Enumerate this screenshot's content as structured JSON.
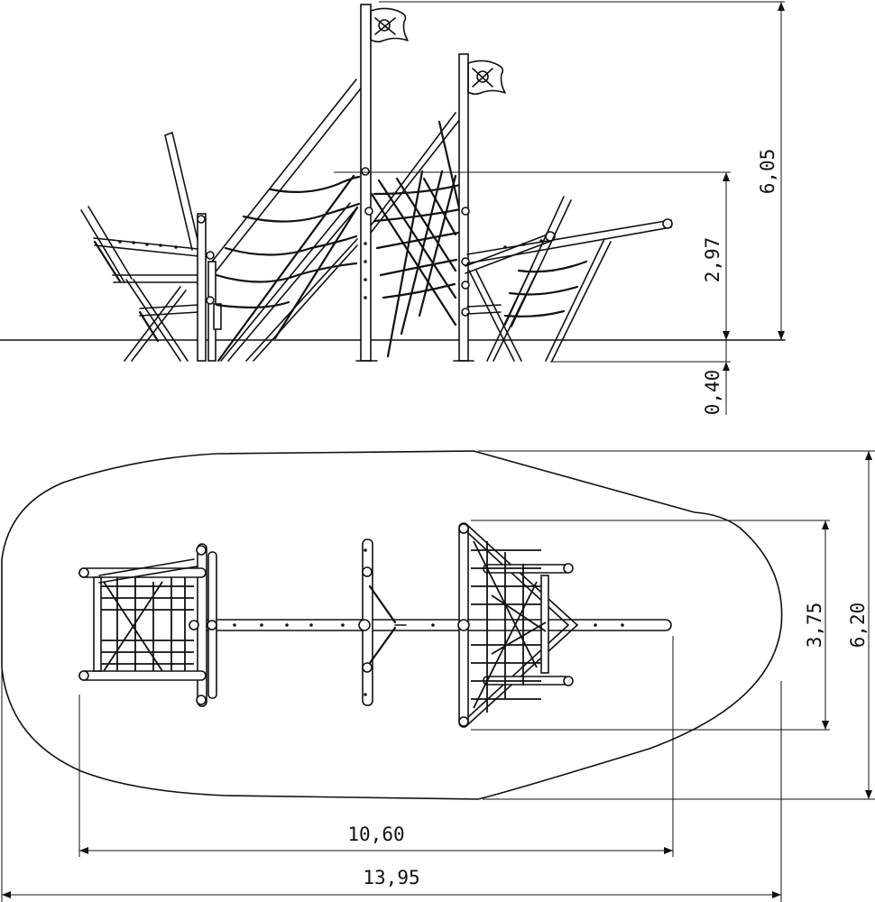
{
  "dimensions": {
    "total_height": "6,05",
    "platform_height": "2,97",
    "ground_depth": "0,40",
    "structure_width": "3,75",
    "area_width": "6,20",
    "structure_length": "10,60",
    "area_length": "13,95"
  },
  "icons": {
    "flag_front": "pirate-flag-icon",
    "flag_rear": "pirate-flag-icon"
  }
}
